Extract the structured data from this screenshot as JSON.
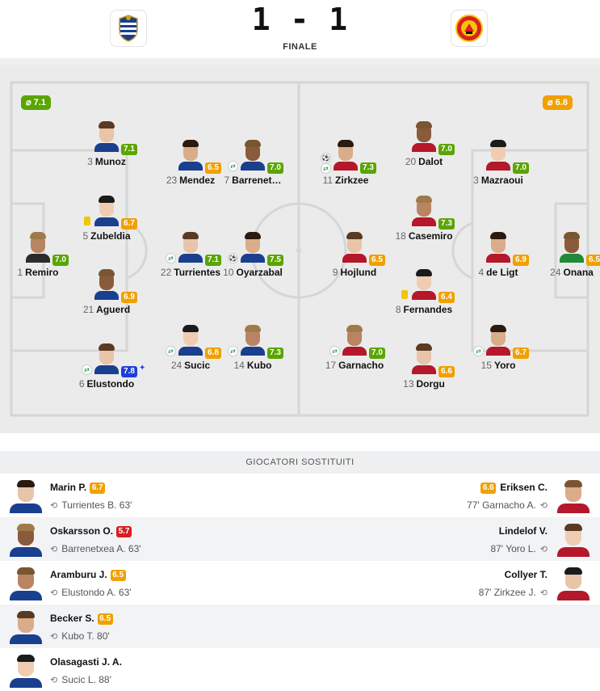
{
  "match": {
    "score": "1 - 1",
    "status": "FINALE",
    "home_crest": "real-sociedad-crest",
    "away_crest": "manchester-united-crest"
  },
  "colors": {
    "rating_green_light": "#73b800",
    "rating_green": "#5aa500",
    "rating_orange": "#f0a000",
    "rating_red": "#d91e1e",
    "rating_blue": "#1c3fd8",
    "pitch": "#ebebeb",
    "lines": "#d6d6d6"
  },
  "averages": {
    "home": "⌀ 7.1",
    "home_color": "#5aa500",
    "away": "⌀ 6.8",
    "away_color": "#f0a000"
  },
  "players": [
    {
      "num": "3",
      "name": "Munoz",
      "rating": "7.1",
      "color": "#5aa500",
      "team": "home"
    },
    {
      "num": "23",
      "name": "Mendez",
      "rating": "6.5",
      "color": "#f0a000",
      "team": "home"
    },
    {
      "num": "7",
      "name": "Barrenet…",
      "rating": "7.0",
      "color": "#5aa500",
      "team": "home",
      "icon": "sub"
    },
    {
      "num": "5",
      "name": "Zubeldia",
      "rating": "6.7",
      "color": "#f0a000",
      "team": "home",
      "icon": "yellow-card"
    },
    {
      "num": "1",
      "name": "Remiro",
      "rating": "7.0",
      "color": "#5aa500",
      "team": "home"
    },
    {
      "num": "22",
      "name": "Turrientes",
      "rating": "7.1",
      "color": "#5aa500",
      "team": "home",
      "icon": "sub"
    },
    {
      "num": "10",
      "name": "Oyarzabal",
      "rating": "7.5",
      "color": "#5aa500",
      "team": "home",
      "icon": "goal"
    },
    {
      "num": "21",
      "name": "Aguerd",
      "rating": "6.9",
      "color": "#f0a000",
      "team": "home"
    },
    {
      "num": "24",
      "name": "Sucic",
      "rating": "6.8",
      "color": "#f0a000",
      "team": "home",
      "icon": "sub"
    },
    {
      "num": "14",
      "name": "Kubo",
      "rating": "7.3",
      "color": "#5aa500",
      "team": "home",
      "icon": "sub"
    },
    {
      "num": "6",
      "name": "Elustondo",
      "rating": "7.8",
      "color": "#1c3fd8",
      "team": "home",
      "icon": "sub",
      "star": true
    },
    {
      "num": "11",
      "name": "Zirkzee",
      "rating": "7.3",
      "color": "#5aa500",
      "team": "away",
      "icon": "goal-sub"
    },
    {
      "num": "20",
      "name": "Dalot",
      "rating": "7.0",
      "color": "#5aa500",
      "team": "away"
    },
    {
      "num": "3",
      "name": "Mazraoui",
      "rating": "7.0",
      "color": "#5aa500",
      "team": "away"
    },
    {
      "num": "18",
      "name": "Casemiro",
      "rating": "7.3",
      "color": "#5aa500",
      "team": "away"
    },
    {
      "num": "9",
      "name": "Hojlund",
      "rating": "6.5",
      "color": "#f0a000",
      "team": "away"
    },
    {
      "num": "4",
      "name": "de Ligt",
      "rating": "6.9",
      "color": "#f0a000",
      "team": "away"
    },
    {
      "num": "24",
      "name": "Onana",
      "rating": "6.5",
      "color": "#f0a000",
      "team": "away"
    },
    {
      "num": "8",
      "name": "Fernandes",
      "rating": "6.4",
      "color": "#f0a000",
      "team": "away",
      "icon": "yellow-card"
    },
    {
      "num": "17",
      "name": "Garnacho",
      "rating": "7.0",
      "color": "#5aa500",
      "team": "away",
      "icon": "sub"
    },
    {
      "num": "13",
      "name": "Dorgu",
      "rating": "6.6",
      "color": "#f0a000",
      "team": "away"
    },
    {
      "num": "15",
      "name": "Yoro",
      "rating": "6.7",
      "color": "#f0a000",
      "team": "away",
      "icon": "sub"
    }
  ],
  "subs_title": "GIOCATORI SOSTITUITI",
  "subs_home": [
    {
      "name": "Marin P.",
      "rating": "6.7",
      "color": "#f0a000",
      "detail": "Turrientes B. 63'"
    },
    {
      "name": "Oskarsson O.",
      "rating": "5.7",
      "color": "#d91e1e",
      "detail": "Barrenetxea A. 63'"
    },
    {
      "name": "Aramburu J.",
      "rating": "6.5",
      "color": "#f0a000",
      "detail": "Elustondo A. 63'"
    },
    {
      "name": "Becker S.",
      "rating": "6.5",
      "color": "#f0a000",
      "detail": "Kubo T. 80'"
    },
    {
      "name": "Olasagasti J. A.",
      "rating": "",
      "color": "",
      "detail": "Sucic L. 88'"
    }
  ],
  "subs_away": [
    {
      "name": "Eriksen C.",
      "rating": "6.6",
      "color": "#f0a000",
      "detail": "77' Garnacho A."
    },
    {
      "name": "Lindelof V.",
      "rating": "",
      "color": "",
      "detail": "87' Yoro L."
    },
    {
      "name": "Collyer T.",
      "rating": "",
      "color": "",
      "detail": "87' Zirkzee J."
    }
  ]
}
